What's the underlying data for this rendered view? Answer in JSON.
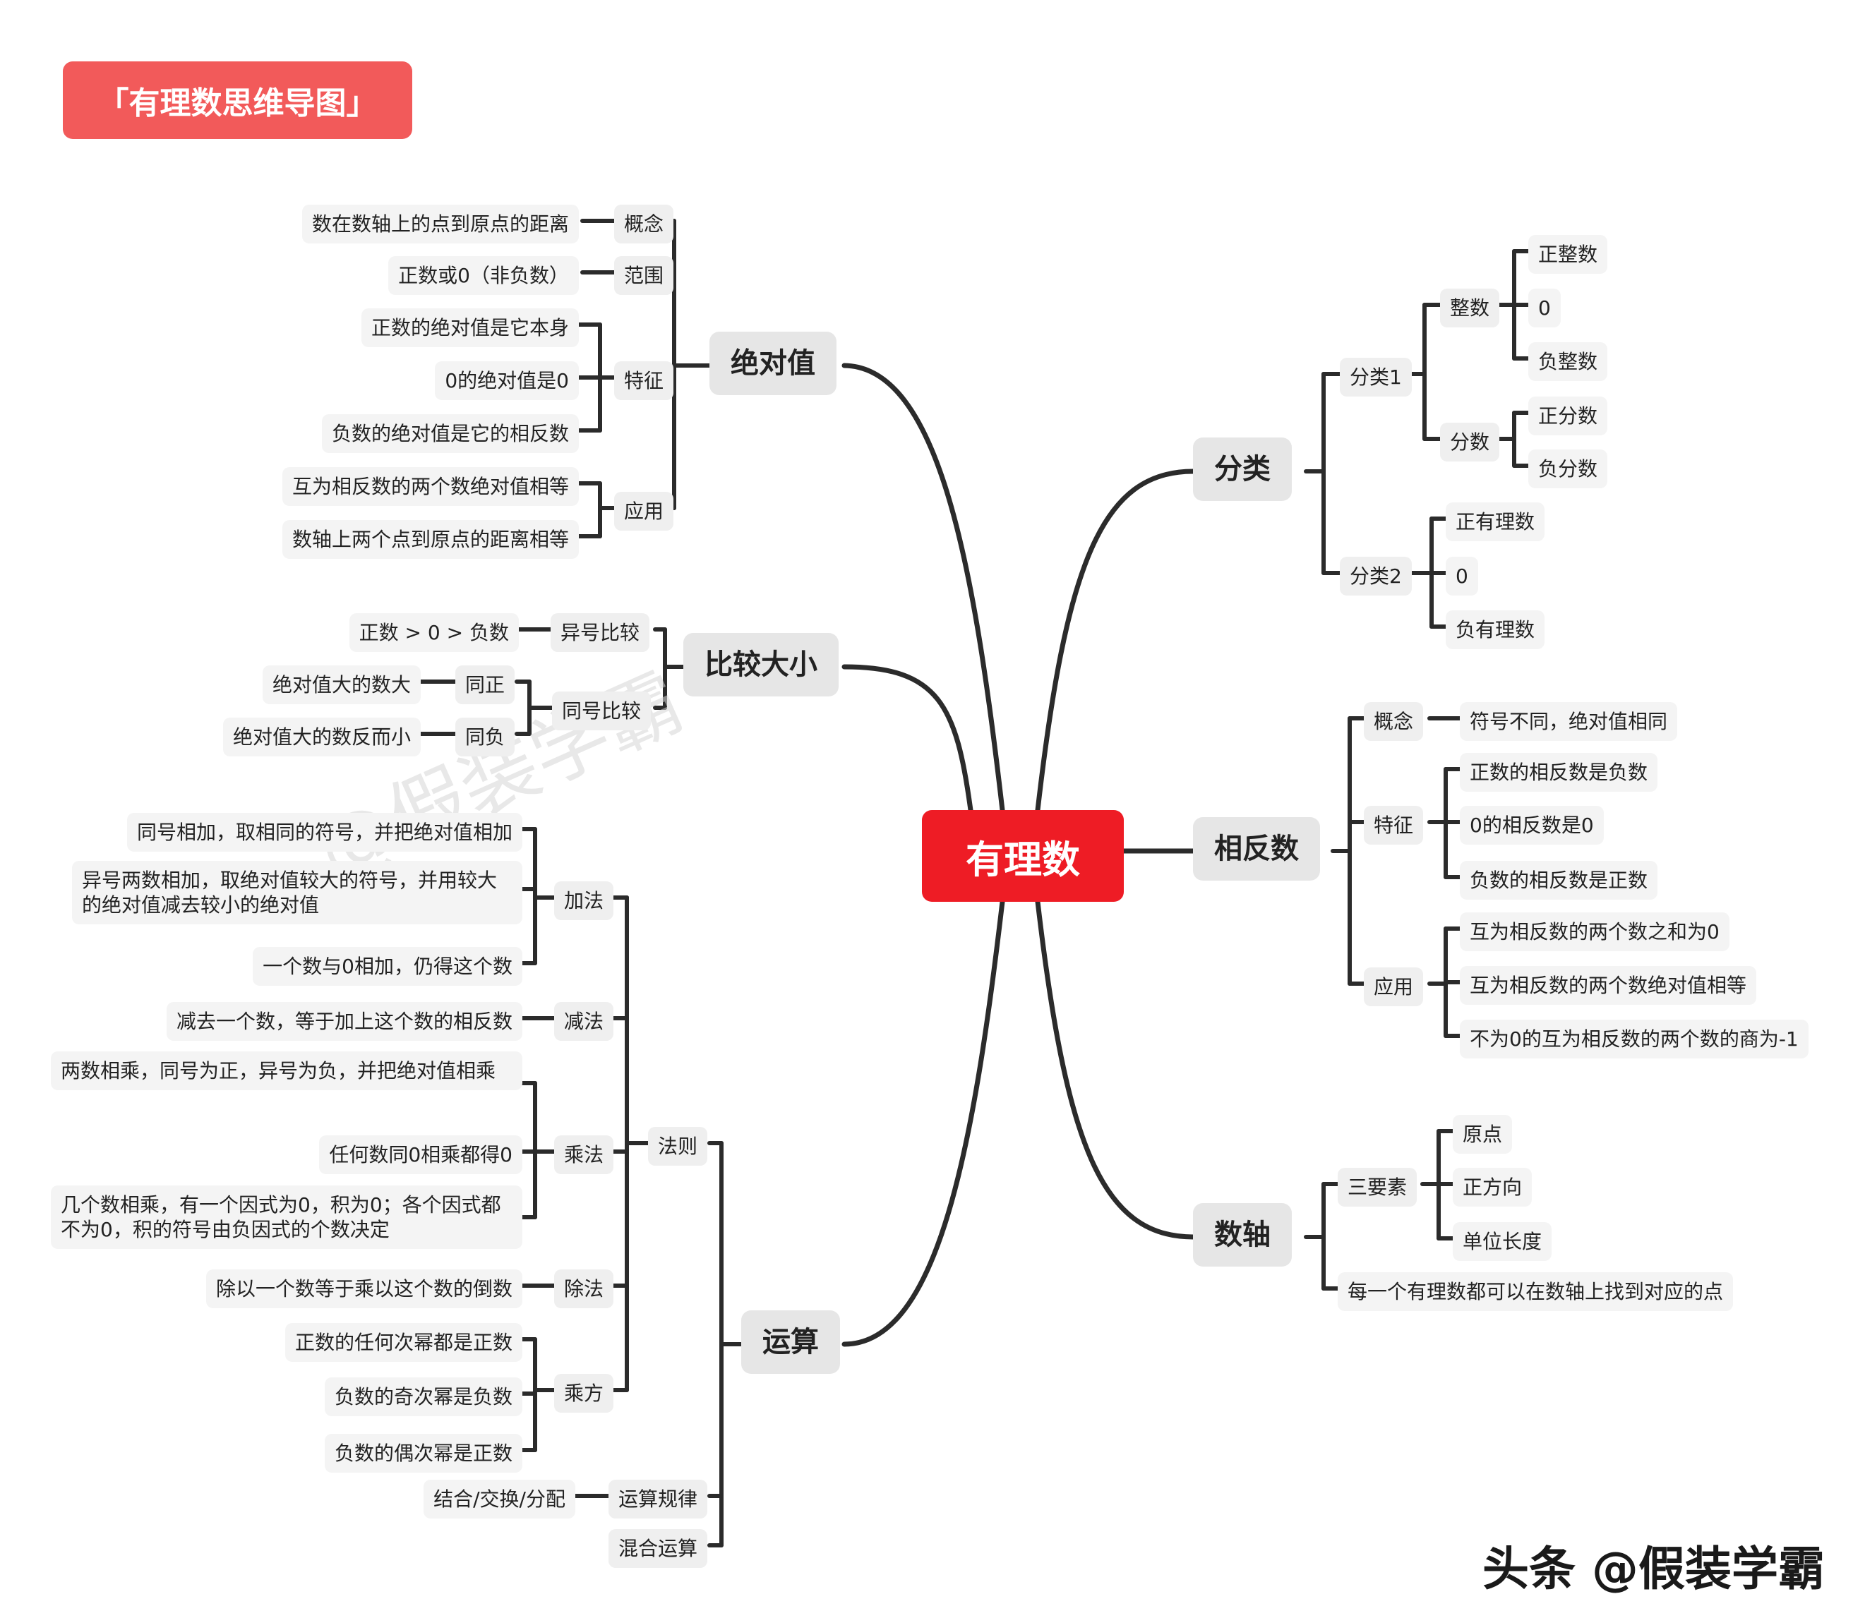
{
  "title": "「有理数思维导图」",
  "center": "有理数",
  "watermark": "@假装学霸",
  "brand": "头条 @假装学霸",
  "branches": {
    "abs": {
      "label": "绝对值",
      "concept": "概念",
      "concept_text": "数在数轴上的点到原点的距离",
      "range": "范围",
      "range_text": "正数或0（非负数）",
      "feature": "特征",
      "feature_items": [
        "正数的绝对值是它本身",
        "0的绝对值是0",
        "负数的绝对值是它的相反数"
      ],
      "apply": "应用",
      "apply_items": [
        "互为相反数的两个数绝对值相等",
        "数轴上两个点到原点的距离相等"
      ]
    },
    "compare": {
      "label": "比较大小",
      "diff": "异号比较",
      "diff_text": "正数 > 0 > 负数",
      "same": "同号比较",
      "pos": "同正",
      "pos_text": "绝对值大的数大",
      "neg": "同负",
      "neg_text": "绝对值大的数反而小"
    },
    "ops": {
      "label": "运算",
      "rules": "法则",
      "add": "加法",
      "add_items": [
        "同号相加，取相同的符号，并把绝对值相加",
        "异号两数相加，取绝对值较大的符号，并用较大的绝对值减去较小的绝对值",
        "一个数与0相加，仍得这个数"
      ],
      "sub": "减法",
      "sub_text": "减去一个数，等于加上这个数的相反数",
      "mul": "乘法",
      "mul_items": [
        "两数相乘，同号为正，异号为负，并把绝对值相乘",
        "任何数同0相乘都得0",
        "几个数相乘，有一个因式为0，积为0；各个因式都不为0，积的符号由负因式的个数决定"
      ],
      "div": "除法",
      "div_text": "除以一个数等于乘以这个数的倒数",
      "pow": "乘方",
      "pow_items": [
        "正数的任何次幂都是正数",
        "负数的奇次幂是负数",
        "负数的偶次幂是正数"
      ],
      "law": "运算规律",
      "law_text": "结合/交换/分配",
      "mixed": "混合运算"
    },
    "classify": {
      "label": "分类",
      "c1": "分类1",
      "int": "整数",
      "int_items": [
        "正整数",
        "0",
        "负整数"
      ],
      "frac": "分数",
      "frac_items": [
        "正分数",
        "负分数"
      ],
      "c2": "分类2",
      "c2_items": [
        "正有理数",
        "0",
        "负有理数"
      ]
    },
    "opposite": {
      "label": "相反数",
      "concept": "概念",
      "concept_text": "符号不同，绝对值相同",
      "feature": "特征",
      "feature_items": [
        "正数的相反数是负数",
        "0的相反数是0",
        "负数的相反数是正数"
      ],
      "apply": "应用",
      "apply_items": [
        "互为相反数的两个数之和为0",
        "互为相反数的两个数绝对值相等",
        "不为0的互为相反数的两个数的商为-1"
      ]
    },
    "axis": {
      "label": "数轴",
      "three": "三要素",
      "three_items": [
        "原点",
        "正方向",
        "单位长度"
      ],
      "every": "每一个有理数都可以在数轴上找到对应的点"
    }
  }
}
